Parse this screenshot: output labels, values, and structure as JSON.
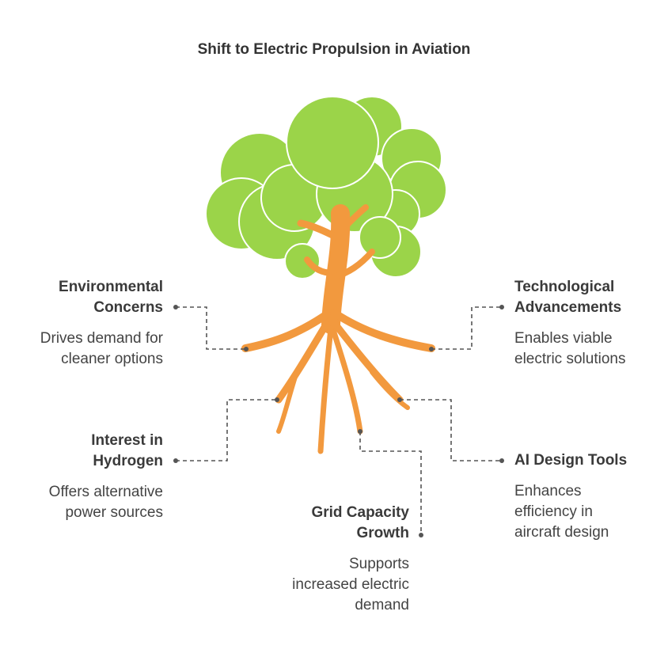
{
  "title": "Shift to Electric Propulsion in Aviation",
  "colors": {
    "foliage": "#9bd449",
    "foliage_outline": "#ffffff",
    "trunk": "#f2993e",
    "connector": "#555555",
    "text": "#3a3a3a"
  },
  "factors": [
    {
      "id": "environmental",
      "heading_lines": [
        "Environmental",
        "Concerns"
      ],
      "desc_lines": [
        "Drives demand for",
        "cleaner options"
      ]
    },
    {
      "id": "technological",
      "heading_lines": [
        "Technological",
        "Advancements"
      ],
      "desc_lines": [
        "Enables viable",
        "electric solutions"
      ]
    },
    {
      "id": "hydrogen",
      "heading_lines": [
        "Interest in",
        "Hydrogen"
      ],
      "desc_lines": [
        "Offers alternative",
        "power sources"
      ]
    },
    {
      "id": "ai",
      "heading_lines": [
        "AI Design Tools"
      ],
      "desc_lines": [
        "Enhances",
        "efficiency in",
        "aircraft design"
      ]
    },
    {
      "id": "grid",
      "heading_lines": [
        "Grid Capacity",
        "Growth"
      ],
      "desc_lines": [
        "Supports",
        "increased electric",
        "demand"
      ]
    }
  ]
}
